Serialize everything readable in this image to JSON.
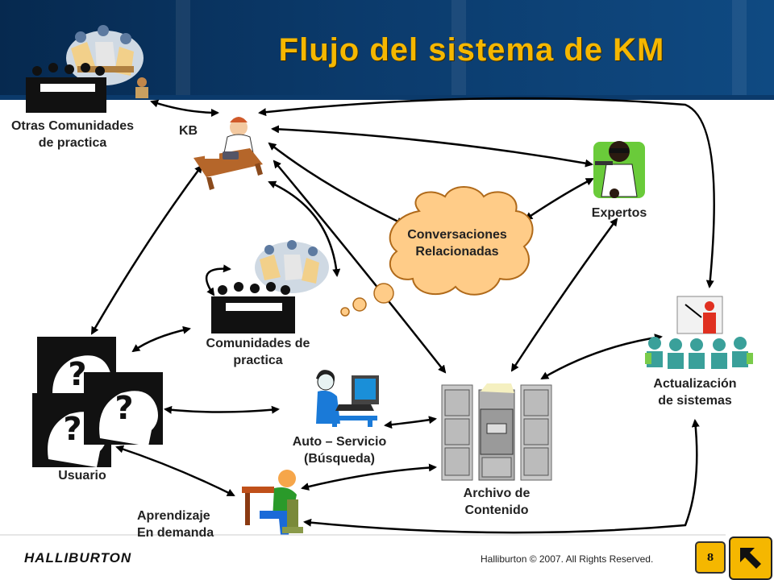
{
  "title": "Flujo del sistema de KM",
  "nodes": {
    "otras_comunidades": "Otras Comunidades\nde practica",
    "kb": "KB",
    "expertos": "Expertos",
    "conversaciones": "Conversaciones\nRelacionadas",
    "comunidades": "Comunidades de\npractica",
    "usuario": "Usuario",
    "auto_servicio": "Auto – Servicio\n(Búsqueda)",
    "archivo": "Archivo de\nContenido",
    "actualizacion": "Actualización\nde sistemas",
    "aprendizaje": "Aprendizaje\nEn demanda"
  },
  "question_mark": "?",
  "footer": {
    "company": "HALLIBURTON",
    "copyright": "Halliburton © 2007. All Rights Reserved.",
    "page_number": "8"
  },
  "colors": {
    "header_bg": "#0b3a6b",
    "title": "#f5b700",
    "accent_yellow": "#f5b700",
    "cloud_fill": "#ffcc88",
    "arrow": "#000000"
  },
  "icons": [
    "people-meeting-icon",
    "phone-desk-person-icon",
    "scientist-icon",
    "teacher-presentation-icon",
    "question-head-icon",
    "computer-user-icon",
    "filing-cabinet-icon",
    "student-desk-icon"
  ]
}
